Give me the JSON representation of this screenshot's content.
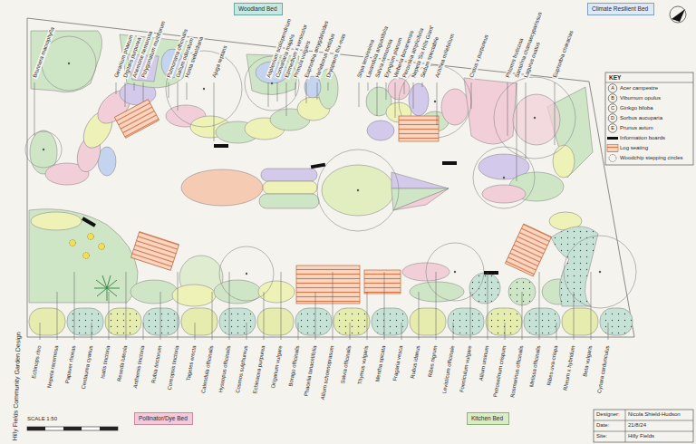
{
  "diagram": {
    "title": "Hilly Fields Community Garden Design",
    "nodes": [
      {
        "text": [
          "Woodland Bed"
        ]
      },
      {
        "text": [
          "Climate Resilient Bed"
        ]
      },
      {
        "text": [
          "Pollinator/Dye Bed"
        ]
      },
      {
        "text": [
          "Kitchen Bed"
        ]
      }
    ],
    "labels": [
      "Brunnera macrophylla",
      "Geranium phaeum",
      "Digitalis purpurea",
      "Anemone nemorosa",
      "Polygonatum multiflorum",
      "Pulmonaria officinalis",
      "Galium odoratum",
      "Hosta sieboldiana",
      "Ajuga reptans",
      "Asplenium scolopendrium",
      "Convallaria majalis",
      "Epimedium x versicolor",
      "Primula vulgaris",
      "Euphorbia amygdaloides",
      "Helleborus foetidus",
      "Dryopteris filix-mas",
      "Stipa tenuissima",
      "Lavandula angustifolia",
      "Salvia nemorosa",
      "Eryngium planum",
      "Verbena bonariensis",
      "Perovskia atriplicifolia",
      "Nepeta 'Six Hills Giant'",
      "Sedum spectabile",
      "Achillea millefolium",
      "Cistus x purpureus",
      "Phlomis fruticosa",
      "Santolina chamaecyparissus",
      "Lagurus ovatus",
      "Euphorbia characias",
      "Echinops ritro",
      "Nepeta racemosa",
      "Papaver rhoeas",
      "Centaurea cyanus",
      "Isatis tinctoria",
      "Reseda luteola",
      "Anthemis tinctoria",
      "Rubia tinctorum",
      "Coreopsis tinctoria",
      "Tagetes erecta",
      "Calendula officinalis",
      "Hyssopus officinalis",
      "Cosmos sulphureus",
      "Echinacea purpurea",
      "Origanum vulgare",
      "Borago officinalis",
      "Phacelia tanacetifolia",
      "Allium schoenoprasum",
      "Salvia officinalis",
      "Thymus vulgaris",
      "Mentha spicata",
      "Fragaria vesca",
      "Rubus idaeus",
      "Ribes nigrum",
      "Levisticum officinale",
      "Foeniculum vulgare",
      "Allium ursinum",
      "Petroselinum crispum",
      "Rosmarinus officinalis",
      "Melissa officinalis",
      "Ribes uva-crispa",
      "Rheum x hybridum",
      "Beta vulgaris",
      "Cynara cardunculus",
      "KEY",
      "A",
      "B",
      "C",
      "D",
      "E",
      "SCALE 1:50",
      "Designer:",
      "Nicola Shield-Hudson",
      "Date:",
      "21/8/24",
      "Site:",
      "Hilly Fields"
    ],
    "legend": [
      {
        "text": "Acer campestre"
      },
      {
        "text": "Viburnum opulus"
      },
      {
        "text": "Ginkgo biloba"
      },
      {
        "text": "Sorbus aucuparia"
      },
      {
        "text": "Prunus avium"
      },
      {
        "text": "Information boards"
      },
      {
        "text": "Log seating"
      },
      {
        "text": "Woodchip stepping circles"
      }
    ]
  }
}
